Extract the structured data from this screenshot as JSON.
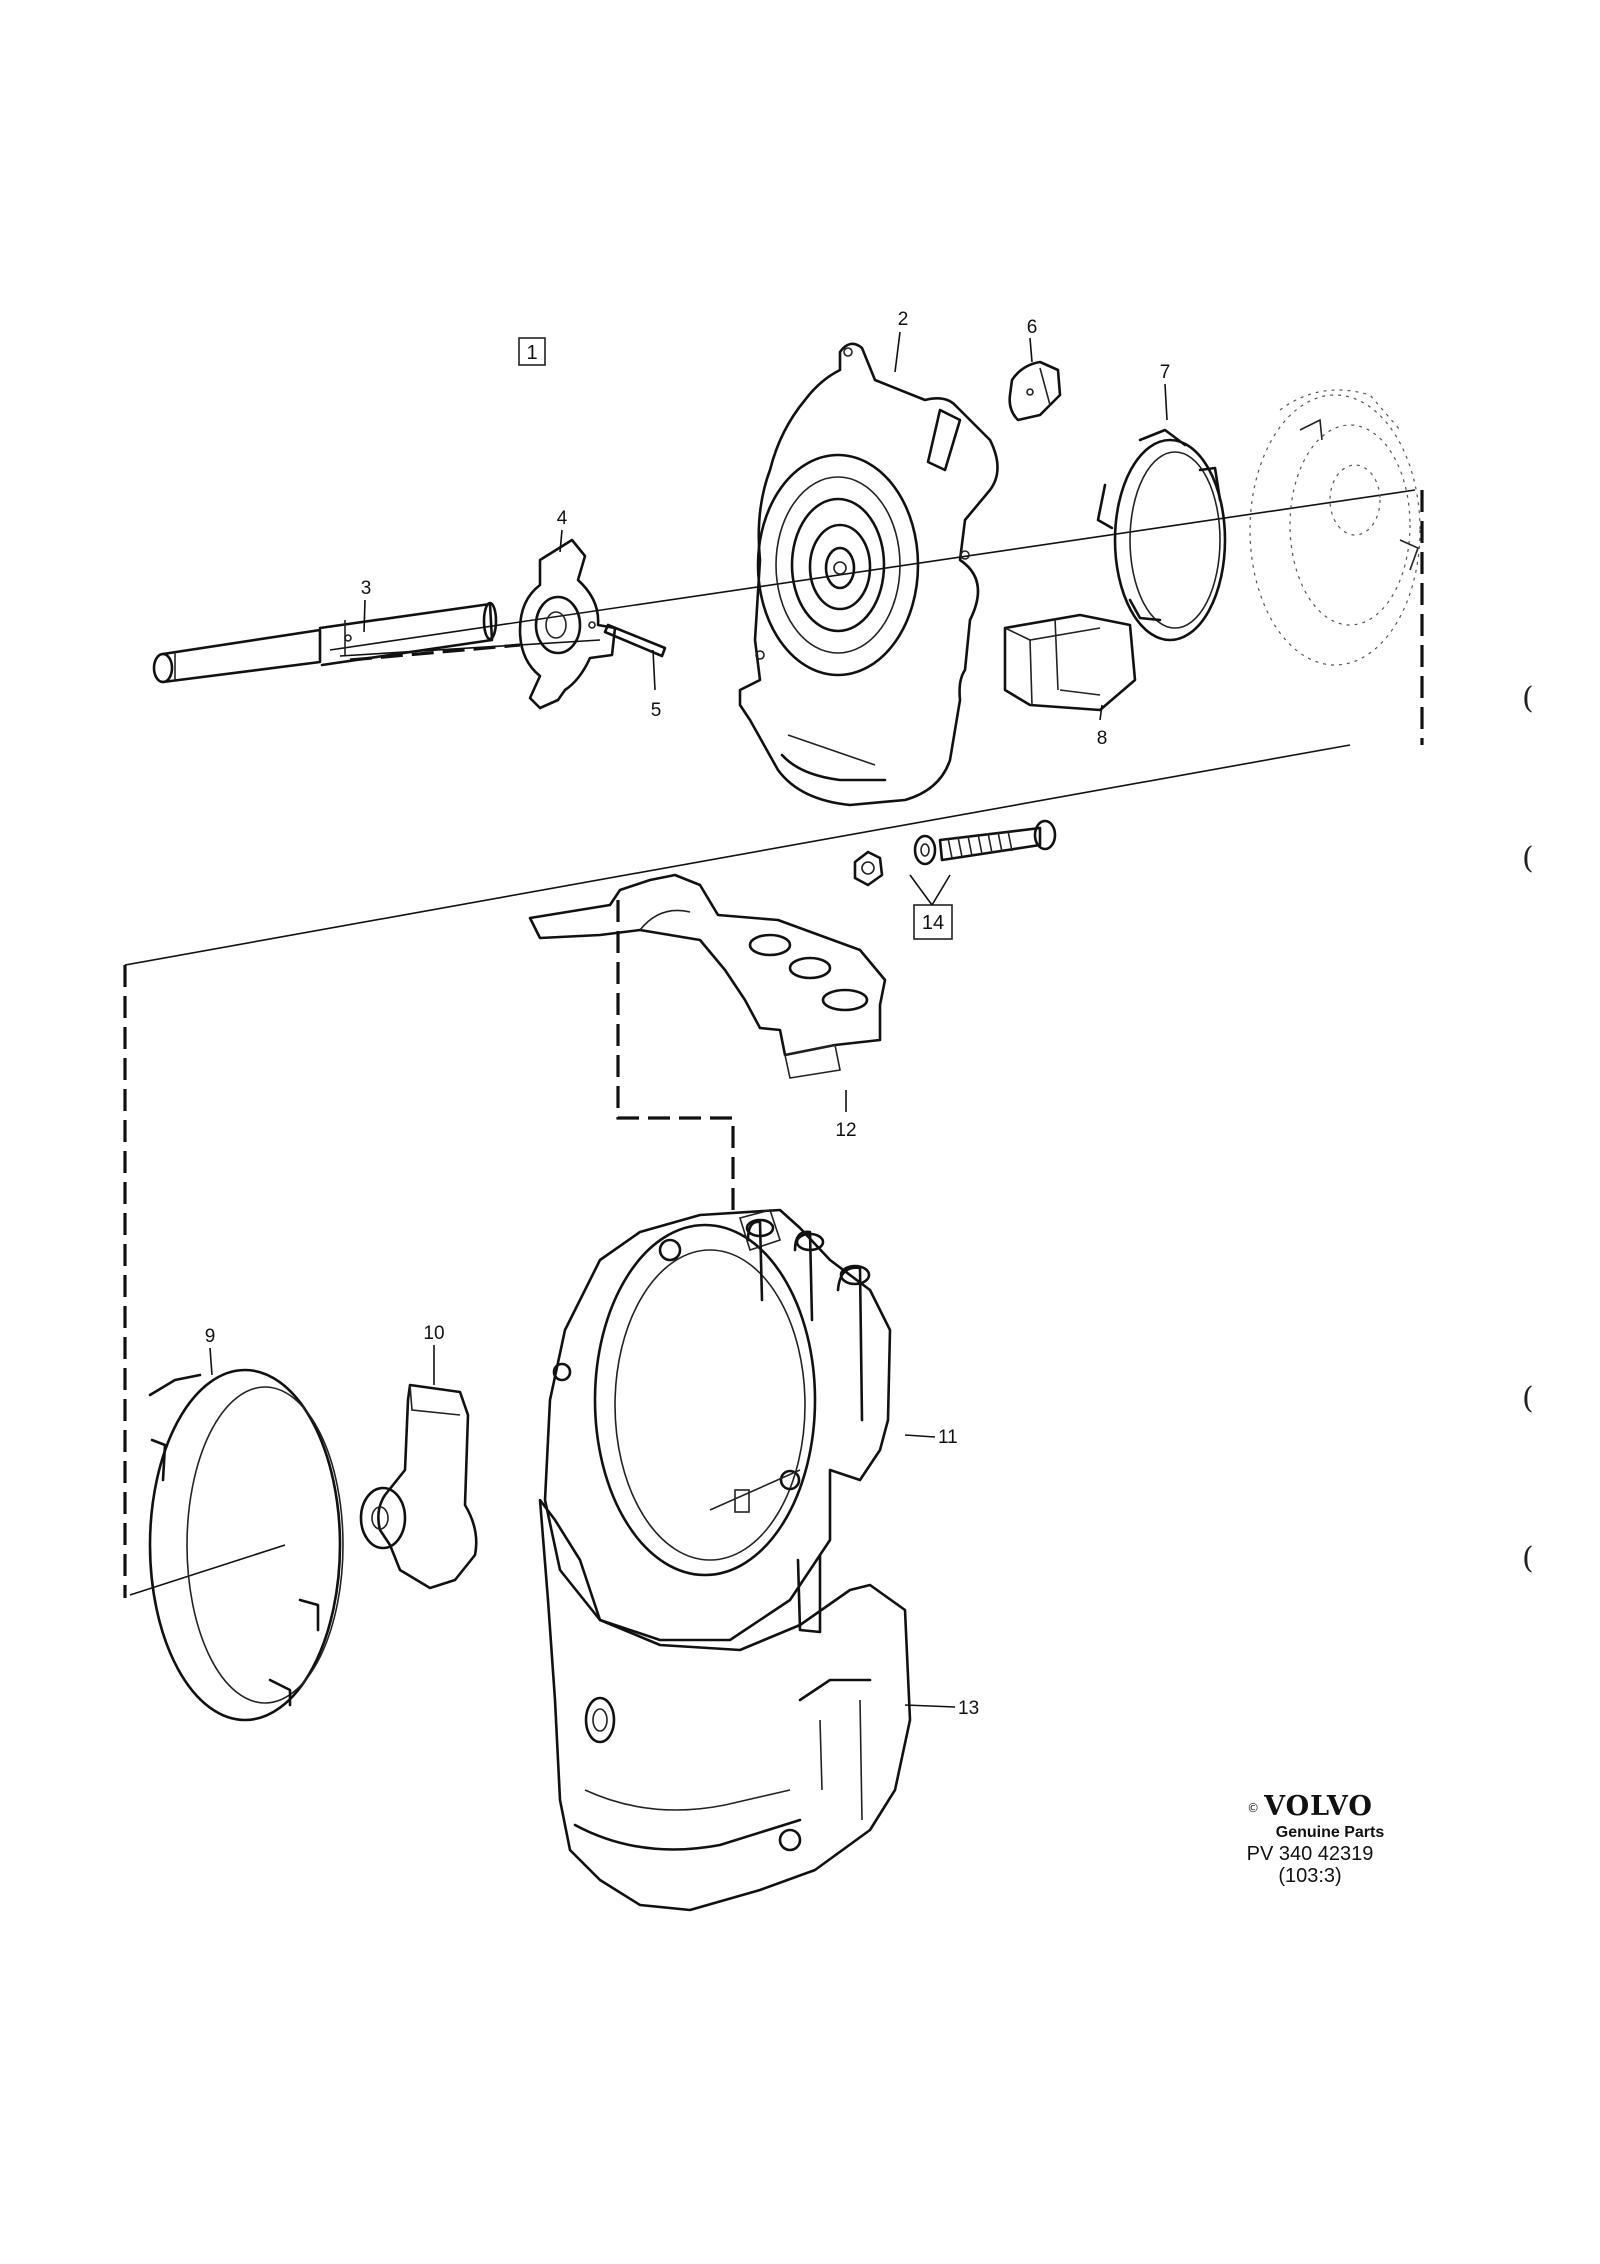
{
  "diagram": {
    "group_box_label": "1",
    "callouts": {
      "c2": "2",
      "c3": "3",
      "c4": "4",
      "c5": "5",
      "c6": "6",
      "c7": "7",
      "c8": "8",
      "c9": "9",
      "c10": "10",
      "c11": "11",
      "c12": "12",
      "c13": "13",
      "c14": "14"
    },
    "margin_marks": [
      "(",
      "(",
      "(",
      "("
    ]
  },
  "brand": {
    "copyright_symbol": "©",
    "logo_text": "VOLVO",
    "tagline": "Genuine Parts",
    "part_number": "PV 340 42319",
    "reference": "(103:3)"
  },
  "icons": {
    "logo": "volvo-wordmark-icon",
    "group_marker": "boxed-number-icon"
  }
}
